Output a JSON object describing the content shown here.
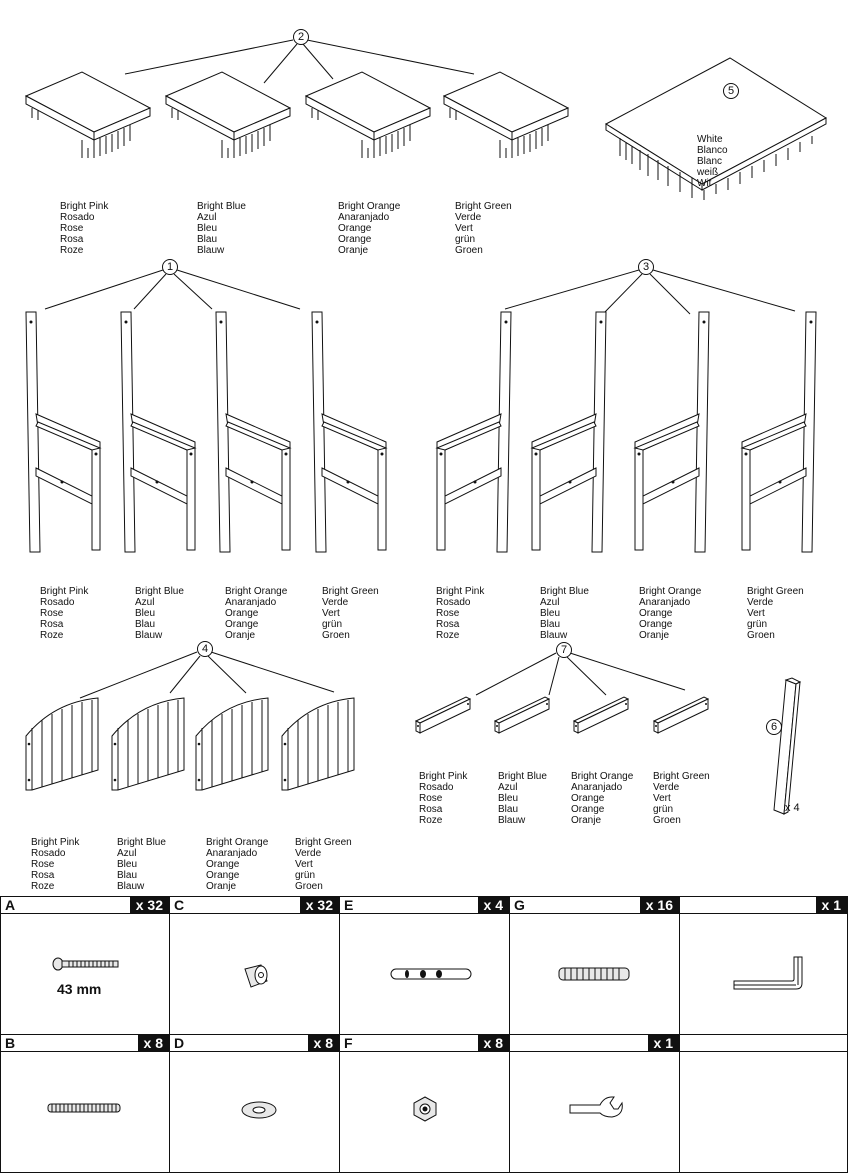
{
  "colors_en": [
    "Bright Pink",
    "Bright Blue",
    "Bright Orange",
    "Bright Green"
  ],
  "groups": {
    "seats": {
      "part_number": "2",
      "labels": [
        [
          "Bright Pink",
          "Rosado",
          "Rose",
          "Rosa",
          "Roze"
        ],
        [
          "Bright Blue",
          "Azul",
          "Bleu",
          "Blau",
          "Blauw"
        ],
        [
          "Bright Orange",
          "Anaranjado",
          "Orange",
          "Orange",
          "Oranje"
        ],
        [
          "Bright Green",
          "Verde",
          "Vert",
          "grün",
          "Groen"
        ]
      ]
    },
    "table_top": {
      "part_number": "5",
      "labels": [
        "White",
        "Blanco",
        "Blanc",
        "weiß",
        "Wit"
      ]
    },
    "chair_frames_left": {
      "part_number": "1",
      "labels": [
        [
          "Bright Pink",
          "Rosado",
          "Rose",
          "Rosa",
          "Roze"
        ],
        [
          "Bright Blue",
          "Azul",
          "Bleu",
          "Blau",
          "Blauw"
        ],
        [
          "Bright Orange",
          "Anaranjado",
          "Orange",
          "Orange",
          "Oranje"
        ],
        [
          "Bright Green",
          "Verde",
          "Vert",
          "grün",
          "Groen"
        ]
      ]
    },
    "chair_frames_right": {
      "part_number": "3",
      "labels": [
        [
          "Bright Pink",
          "Rosado",
          "Rose",
          "Rosa",
          "Roze"
        ],
        [
          "Bright Blue",
          "Azul",
          "Bleu",
          "Blau",
          "Blauw"
        ],
        [
          "Bright Orange",
          "Anaranjado",
          "Orange",
          "Orange",
          "Oranje"
        ],
        [
          "Bright Green",
          "Verde",
          "Vert",
          "grün",
          "Groen"
        ]
      ]
    },
    "backrests": {
      "part_number": "4",
      "labels": [
        [
          "Bright Pink",
          "Rosado",
          "Rose",
          "Rosa",
          "Roze"
        ],
        [
          "Bright Blue",
          "Azul",
          "Bleu",
          "Blau",
          "Blauw"
        ],
        [
          "Bright Orange",
          "Anaranjado",
          "Orange",
          "Orange",
          "Oranje"
        ],
        [
          "Bright Green",
          "Verde",
          "Vert",
          "grün",
          "Groen"
        ]
      ]
    },
    "rails": {
      "part_number": "7",
      "labels": [
        [
          "Bright Pink",
          "Rosado",
          "Rose",
          "Rosa",
          "Roze"
        ],
        [
          "Bright Blue",
          "Azul",
          "Bleu",
          "Blau",
          "Blauw"
        ],
        [
          "Bright Orange",
          "Anaranjado",
          "Orange",
          "Orange",
          "Oranje"
        ],
        [
          "Bright Green",
          "Verde",
          "Vert",
          "grün",
          "Groen"
        ]
      ]
    },
    "table_leg": {
      "part_number": "6",
      "quantity": "x 4"
    }
  },
  "hardware": [
    {
      "letter": "A",
      "qty": "x 32",
      "icon": "bolt-icon",
      "dimension": "43 mm"
    },
    {
      "letter": "C",
      "qty": "x 32",
      "icon": "barrel-nut-icon"
    },
    {
      "letter": "E",
      "qty": "x 4",
      "icon": "dowel-pin-icon"
    },
    {
      "letter": "G",
      "qty": "x 16",
      "icon": "wooden-dowel-icon"
    },
    {
      "letter": "",
      "qty": "x 1",
      "icon": "allen-key-icon"
    },
    {
      "letter": "B",
      "qty": "x 8",
      "icon": "threaded-rod-icon"
    },
    {
      "letter": "D",
      "qty": "x 8",
      "icon": "washer-icon"
    },
    {
      "letter": "F",
      "qty": "x 8",
      "icon": "hex-nut-icon"
    },
    {
      "letter": "",
      "qty": "x 1",
      "icon": "wrench-icon"
    },
    {
      "letter": "",
      "qty": "",
      "icon": ""
    }
  ]
}
